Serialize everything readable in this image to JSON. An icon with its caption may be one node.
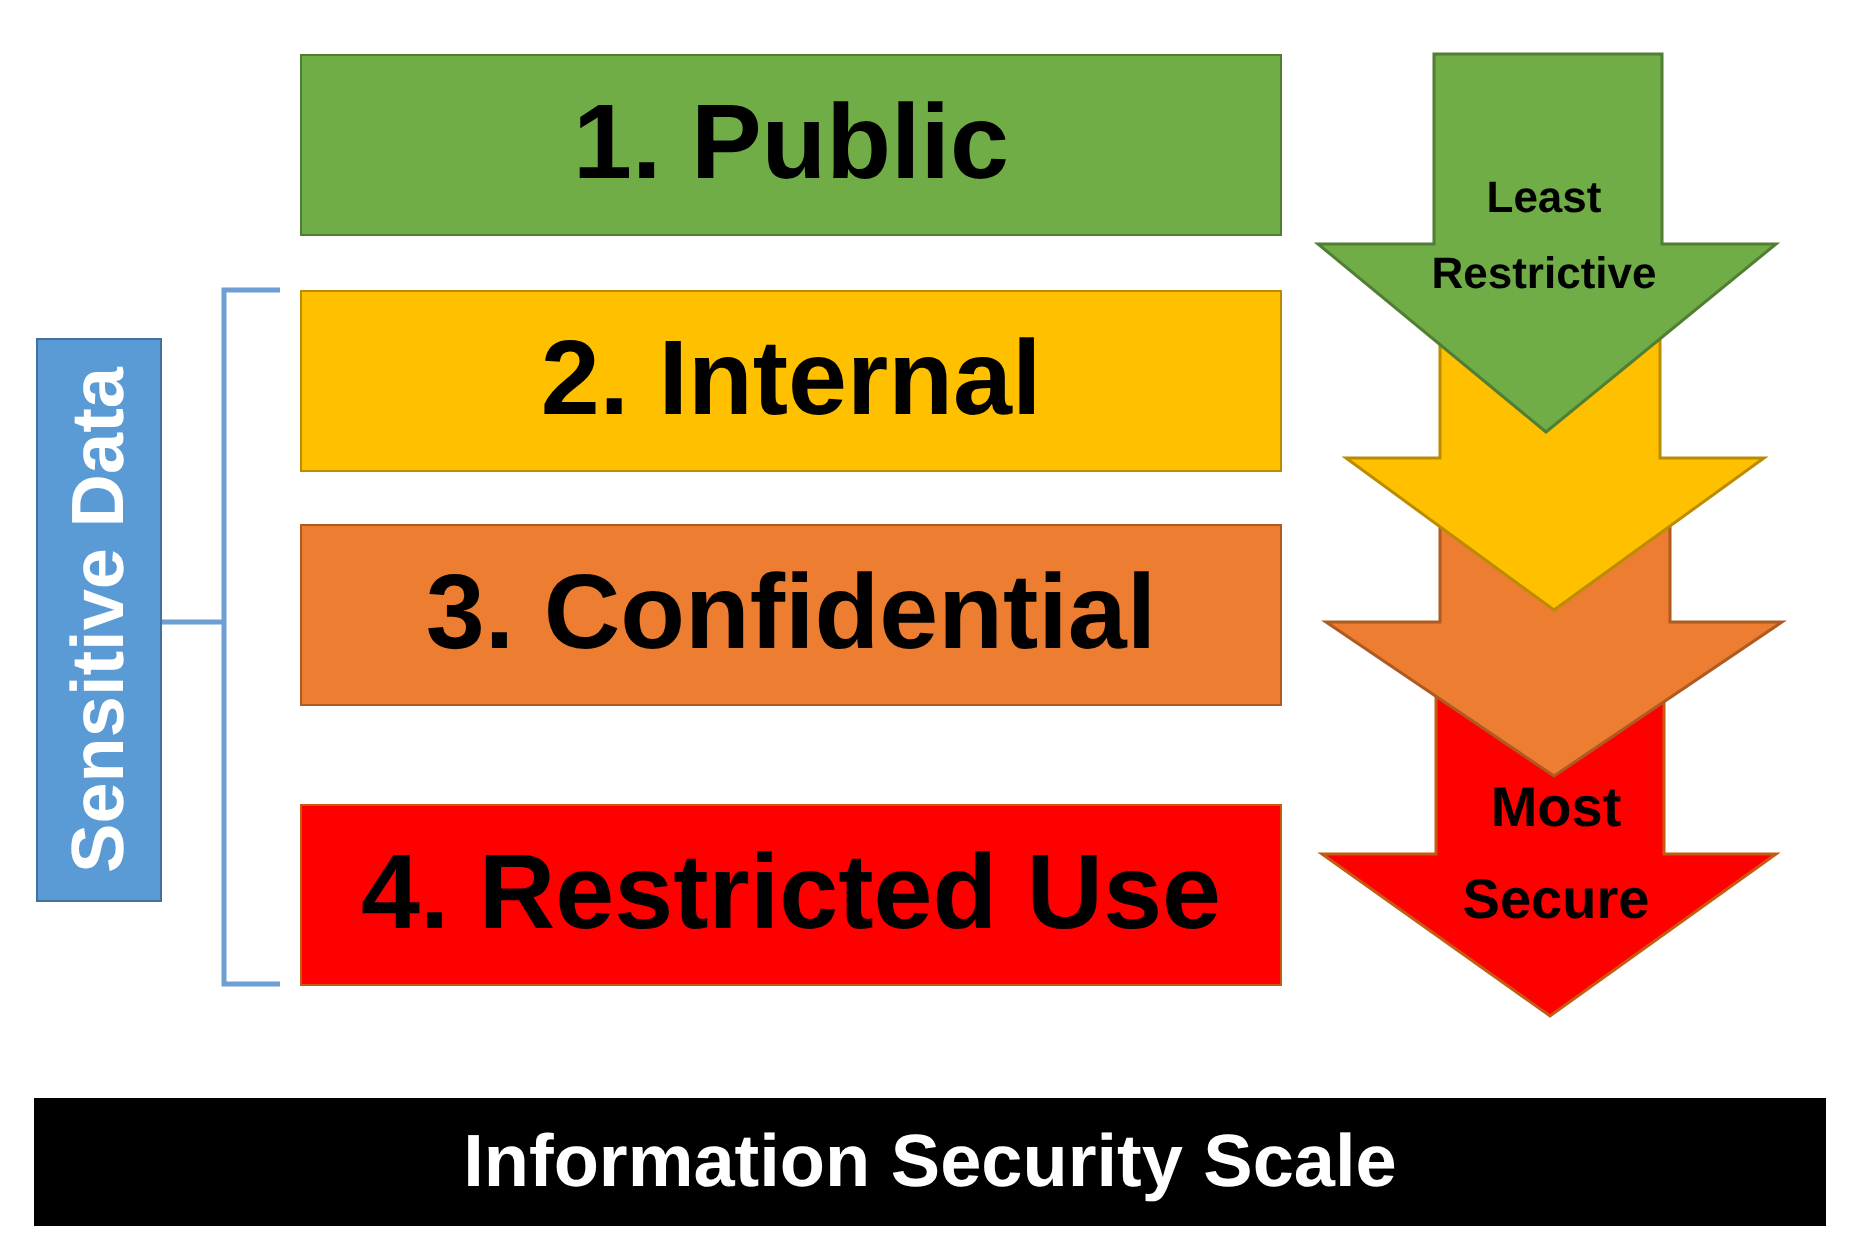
{
  "diagram": {
    "title": "Information Security Scale",
    "nodes": [
      {
        "text": [
          "1. Public"
        ]
      },
      {
        "text": [
          "2. Internal"
        ]
      },
      {
        "text": [
          "3. Confidential"
        ]
      },
      {
        "text": [
          "4. Restricted Use"
        ]
      },
      {
        "text": [
          "Sensitive Data"
        ]
      },
      {
        "text": [
          "Least Restrictive"
        ]
      },
      {
        "text": [],
        "shape": "arrow"
      },
      {
        "text": [],
        "shape": "arrow"
      },
      {
        "text": [
          "Most Secure"
        ]
      }
    ]
  }
}
